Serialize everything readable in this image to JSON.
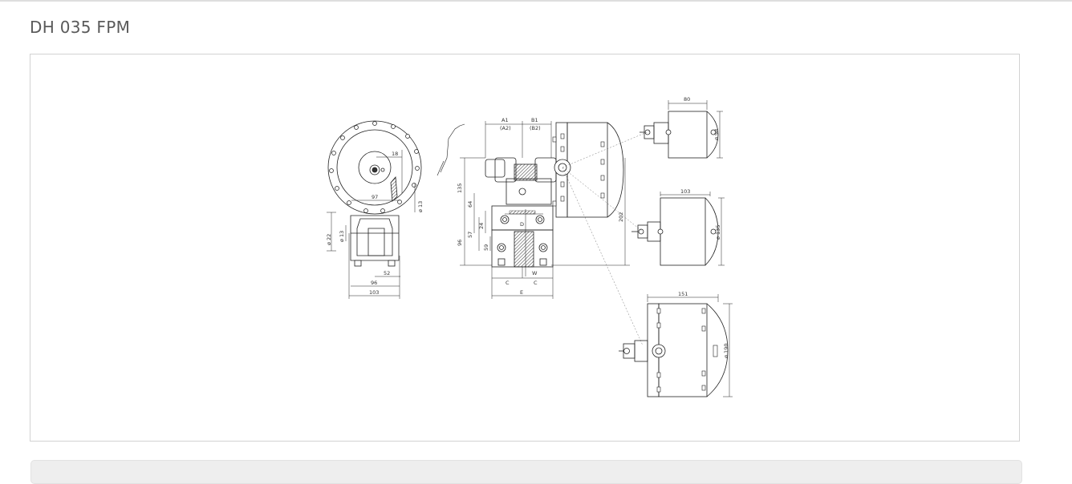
{
  "page": {
    "title": "DH 035 FPM"
  },
  "drawing": {
    "labels": {
      "front_18": "18",
      "front_97": "97",
      "front_dia13_right": "ø 13",
      "front_dia22": "ø 22",
      "front_dia13_left": "ø 13",
      "front_52": "52",
      "front_96": "96",
      "front_103": "103",
      "side_a1": "A1",
      "side_a2": "(A2)",
      "side_b1": "B1",
      "side_b2": "(B2)",
      "side_135": "135",
      "side_64": "64",
      "side_24": "24",
      "side_57": "57",
      "side_96": "96",
      "side_59": "59",
      "side_202": "202",
      "side_d": "D",
      "side_c_left": "C",
      "side_w": "W",
      "side_c_right": "C",
      "side_e": "E",
      "var1_80": "80",
      "var1_dia98": "ø 98",
      "var2_103": "103",
      "var2_dia135": "ø 135",
      "var3_151": "151",
      "var3_dia190": "ø 190"
    }
  }
}
